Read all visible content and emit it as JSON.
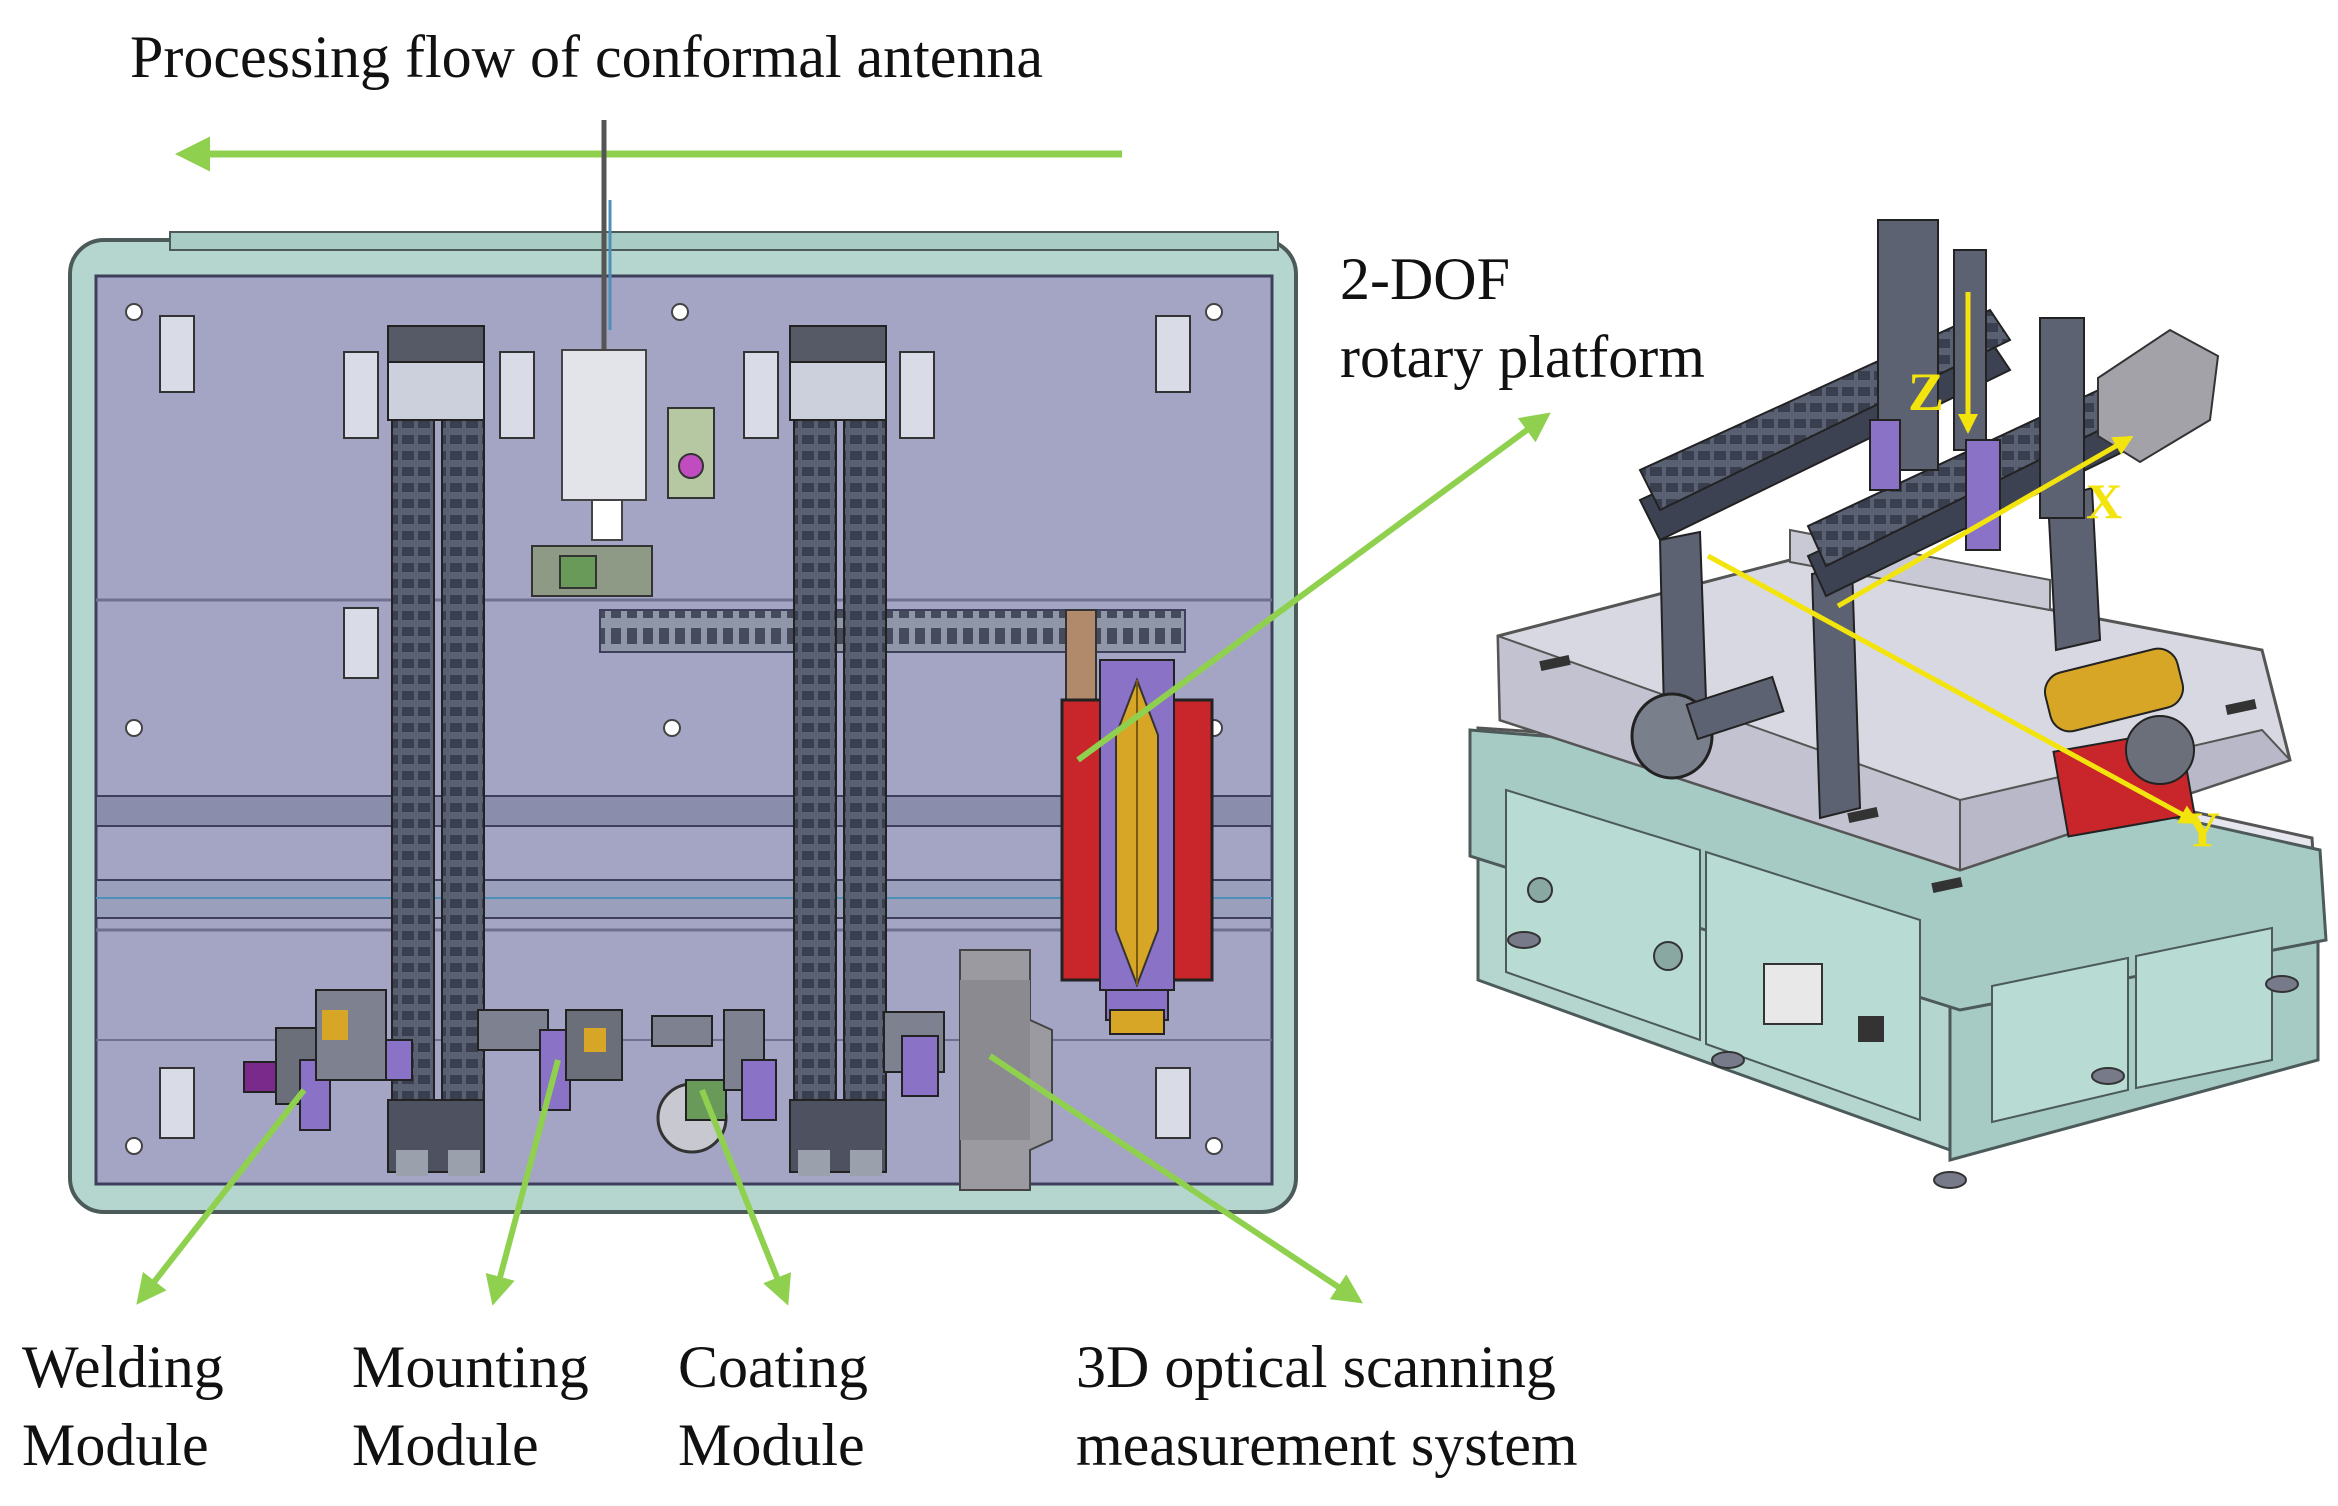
{
  "title": "Processing flow of conformal antenna",
  "labels": {
    "rotary_platform": [
      "2-DOF",
      "rotary platform"
    ],
    "welding": [
      "Welding",
      "Module"
    ],
    "mounting": [
      "Mounting",
      "Module"
    ],
    "coating": [
      "Coating",
      "Module"
    ],
    "scanning": [
      "3D optical scanning",
      "measurement system"
    ]
  },
  "axes": {
    "x": "X",
    "y": "Y",
    "z": "Z"
  },
  "colors": {
    "arrow": "#8fd14f",
    "axis_arrow": "#f2e40c",
    "frame": "#b4d6cf",
    "plate": "#a4a4c4",
    "purple_part": "#8a72c6",
    "red_part": "#c8262a",
    "gold_part": "#d8a626"
  }
}
